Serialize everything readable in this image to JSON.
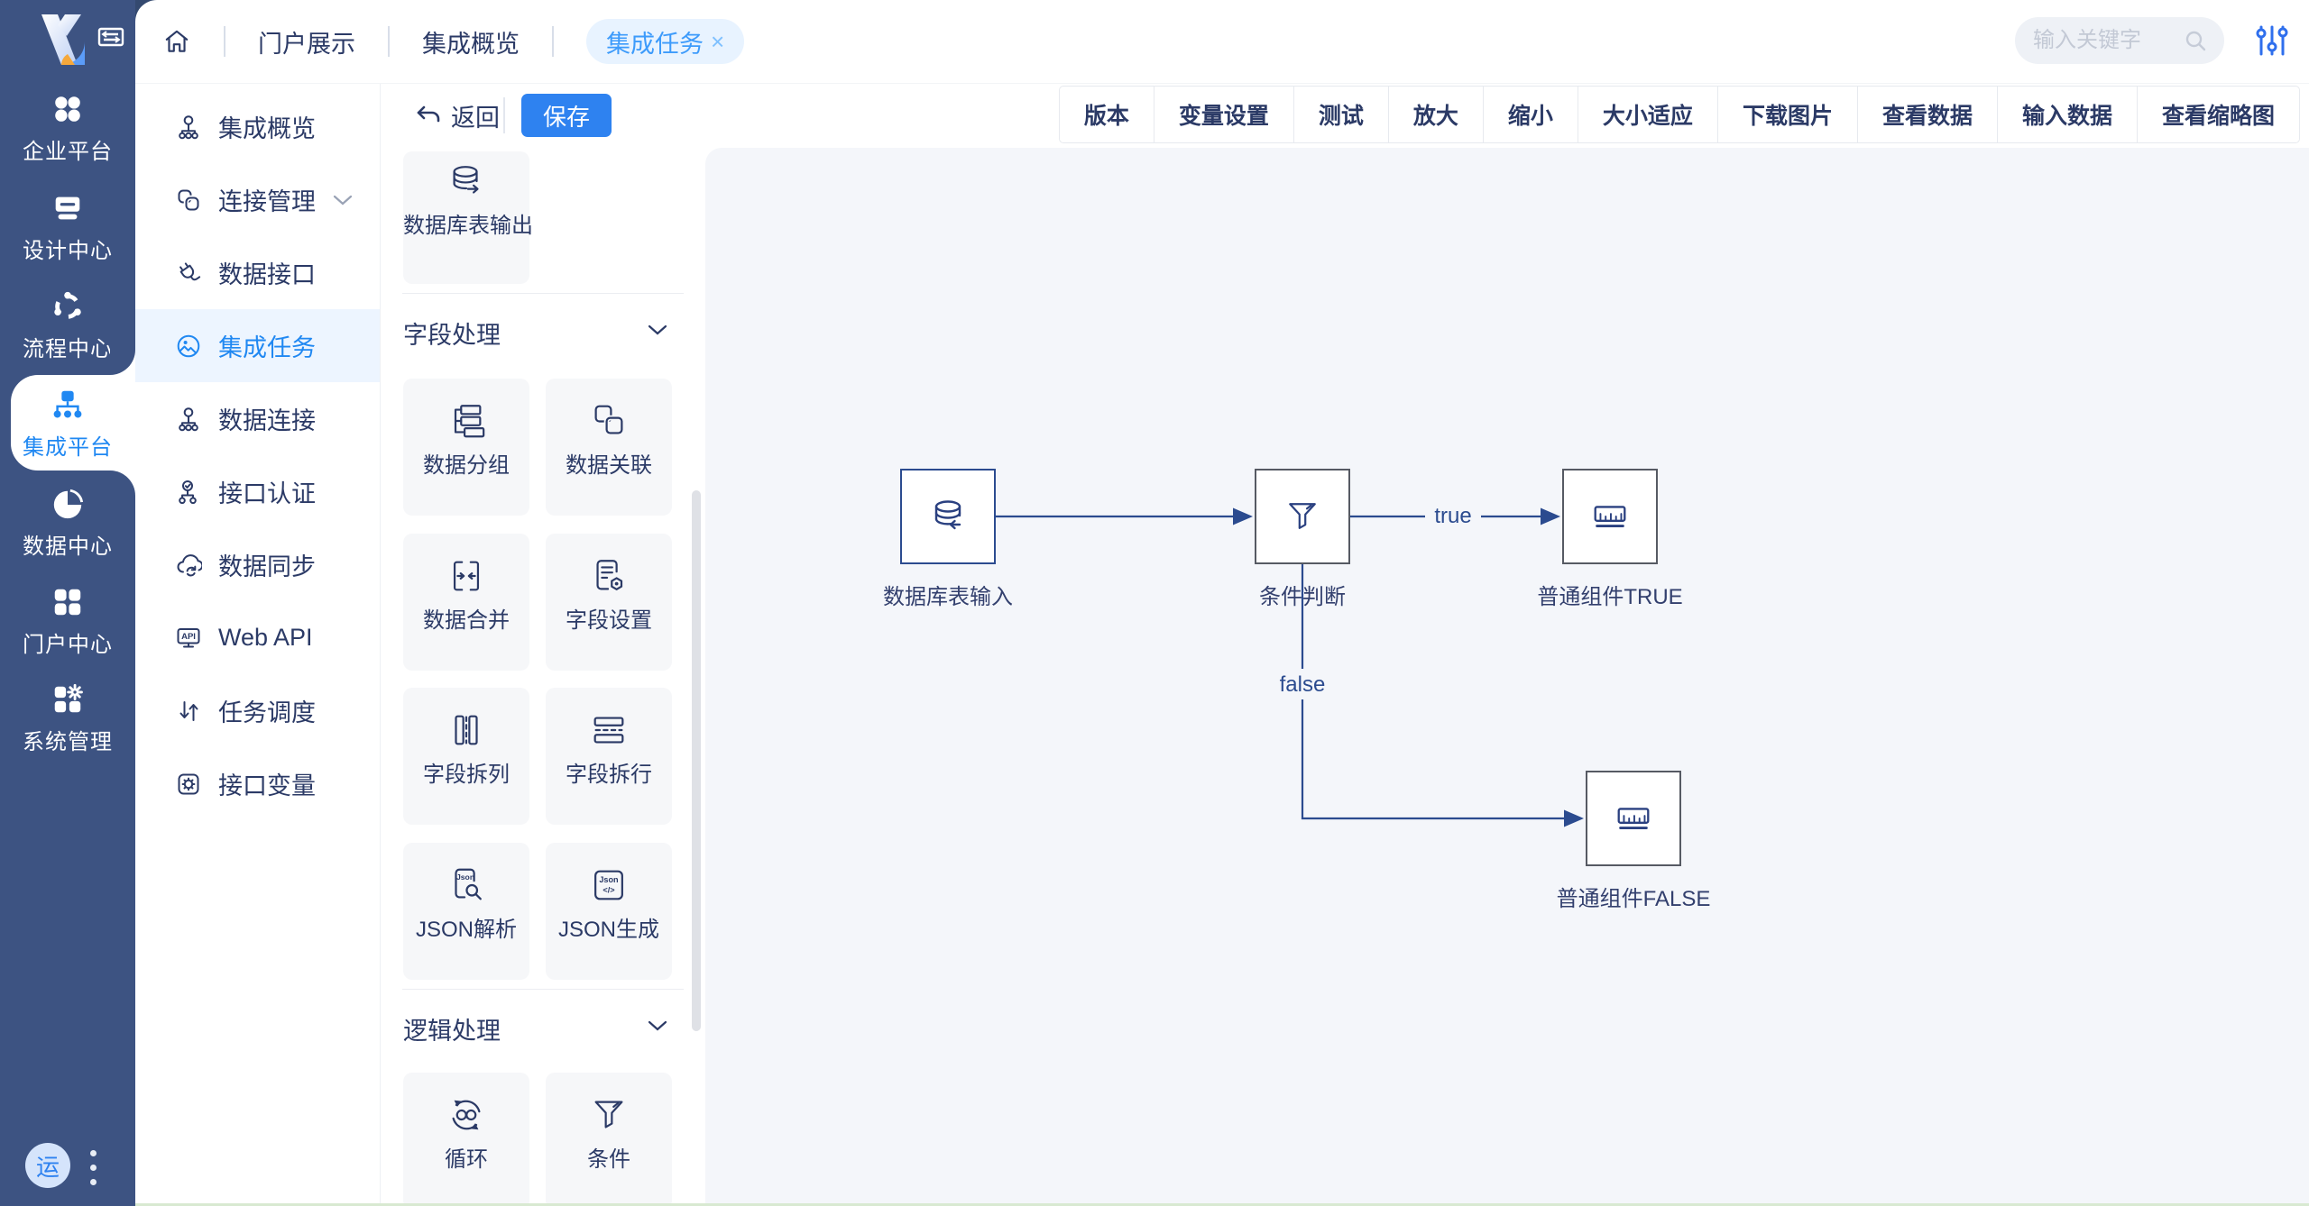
{
  "brand": {
    "name": "K"
  },
  "topnav": {
    "tabs": [
      {
        "label": "门户展示",
        "active": false
      },
      {
        "label": "集成概览",
        "active": false
      },
      {
        "label": "集成任务",
        "active": true,
        "close": "×"
      }
    ],
    "search_placeholder": "输入关键字"
  },
  "rail": {
    "items": [
      {
        "label": "企业平台",
        "icon": "clover-icon",
        "active": false
      },
      {
        "label": "设计中心",
        "icon": "design-icon",
        "active": false
      },
      {
        "label": "流程中心",
        "icon": "process-icon",
        "active": false
      },
      {
        "label": "集成平台",
        "icon": "integration-icon",
        "active": true
      },
      {
        "label": "数据中心",
        "icon": "pie-icon",
        "active": false
      },
      {
        "label": "门户中心",
        "icon": "portal-icon",
        "active": false
      },
      {
        "label": "系统管理",
        "icon": "system-icon",
        "active": false
      }
    ],
    "avatar": "运"
  },
  "submenu": {
    "items": [
      {
        "label": "集成概览"
      },
      {
        "label": "连接管理",
        "chevron": true
      },
      {
        "label": "数据接口"
      },
      {
        "label": "集成任务",
        "active": true
      },
      {
        "label": "数据连接"
      },
      {
        "label": "接口认证"
      },
      {
        "label": "数据同步"
      },
      {
        "label": "Web API"
      },
      {
        "label": "任务调度"
      },
      {
        "label": "接口变量"
      }
    ]
  },
  "toolbar": {
    "back": "返回",
    "save": "保存",
    "buttons": [
      {
        "label": "版本"
      },
      {
        "label": "变量设置"
      },
      {
        "label": "测试"
      },
      {
        "label": "放大"
      },
      {
        "label": "缩小"
      },
      {
        "label": "大小适应"
      },
      {
        "label": "下载图片"
      },
      {
        "label": "查看数据"
      },
      {
        "label": "输入数据"
      },
      {
        "label": "查看缩略图"
      }
    ]
  },
  "palette": {
    "top_card": {
      "label": "数据库表输出"
    },
    "sections": [
      {
        "title": "字段处理",
        "cards": [
          {
            "label": "数据分组"
          },
          {
            "label": "数据关联"
          },
          {
            "label": "数据合并"
          },
          {
            "label": "字段设置"
          },
          {
            "label": "字段拆列"
          },
          {
            "label": "字段拆行"
          },
          {
            "label": "JSON解析"
          },
          {
            "label": "JSON生成"
          }
        ]
      },
      {
        "title": "逻辑处理",
        "cards": [
          {
            "label": "循环"
          },
          {
            "label": "条件"
          }
        ]
      }
    ],
    "icon_texts": {
      "json": "Json",
      "code": "</>",
      "api": "API"
    }
  },
  "canvas": {
    "nodes": [
      {
        "label": "数据库表输入"
      },
      {
        "label": "条件判断"
      },
      {
        "label": "普通组件TRUE"
      },
      {
        "label": "普通组件FALSE"
      }
    ],
    "edge_labels": [
      {
        "label": "true"
      },
      {
        "label": "false"
      }
    ]
  },
  "colors": {
    "accent": "#2E82F0",
    "rail_bg": "#3D5382",
    "navy": "#2B3A66",
    "canvas_bg": "#F4F6FA",
    "edge": "#2B4B8F",
    "active_tab_bg": "#E8F3FF",
    "active_text": "#2088F2"
  }
}
